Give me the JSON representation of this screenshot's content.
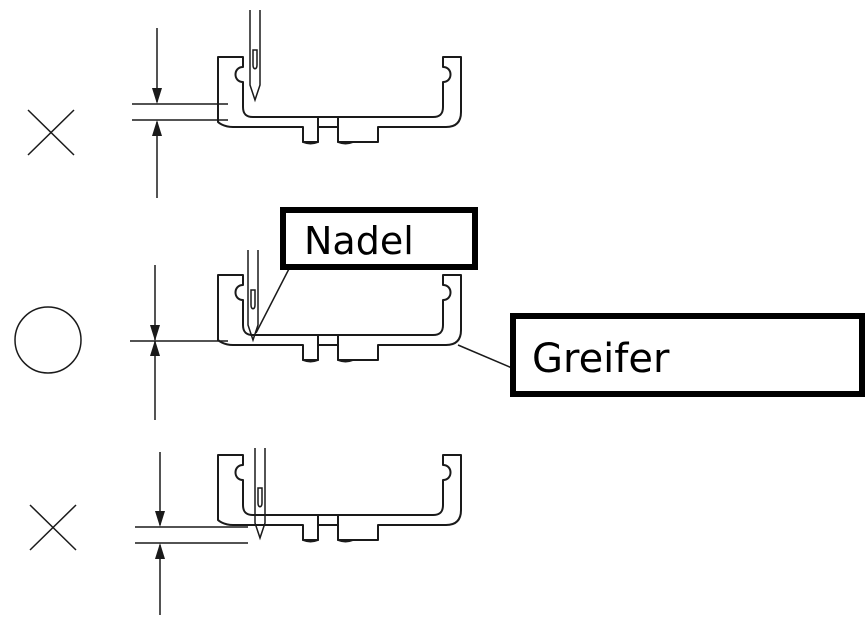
{
  "diagram": {
    "rows": [
      {
        "mark": "×",
        "mark_meaning": "incorrect",
        "needle_position": "above-hook"
      },
      {
        "mark": "○",
        "mark_meaning": "correct",
        "needle_position": "aligned"
      },
      {
        "mark": "×",
        "mark_meaning": "incorrect",
        "needle_position": "below-hook"
      }
    ],
    "labels": {
      "needle": "Nadel",
      "hook": "Greifer"
    }
  }
}
